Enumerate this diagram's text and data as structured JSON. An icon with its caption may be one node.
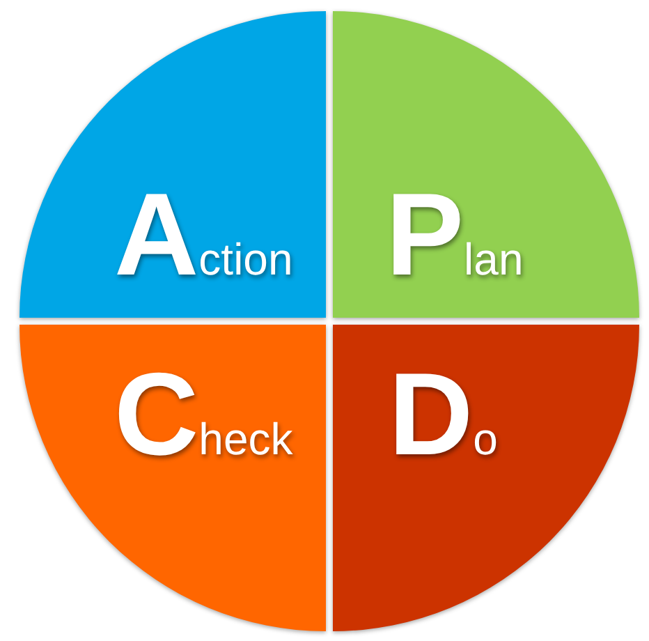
{
  "diagram": {
    "nodes": [
      {
        "text": [
          "Action"
        ]
      },
      {
        "text": [
          "Plan"
        ]
      },
      {
        "text": [
          "Check"
        ]
      },
      {
        "text": [
          "Do"
        ]
      }
    ]
  }
}
